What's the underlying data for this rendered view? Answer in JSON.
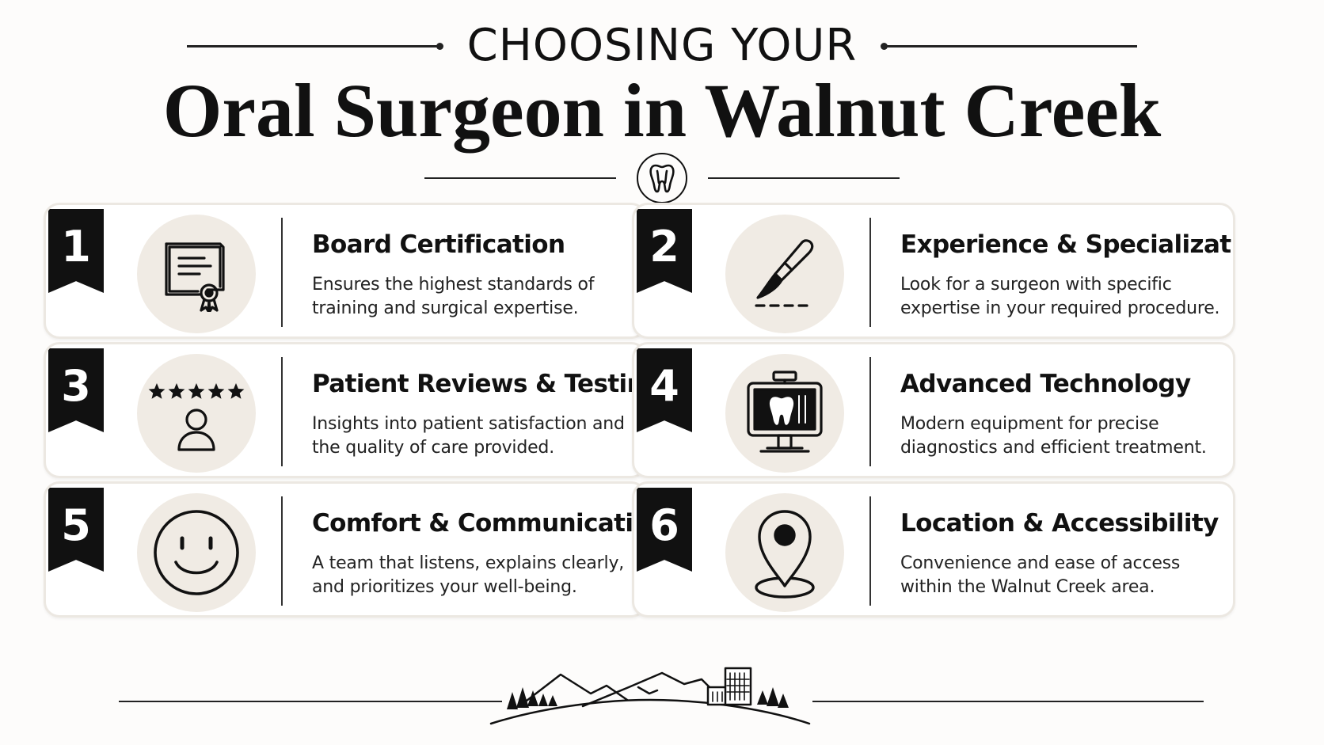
{
  "header": {
    "kicker": "CHOOSING YOUR",
    "title": "Oral Surgeon in Walnut Creek",
    "emblem_icon": "tooth-icon"
  },
  "cards": [
    {
      "number": "1",
      "icon": "certificate-icon",
      "title": "Board Certification",
      "description": "Ensures the highest standards of training and surgical expertise."
    },
    {
      "number": "2",
      "icon": "scalpel-icon",
      "title": "Experience & Specialization",
      "description": "Look for a surgeon with specific expertise in your required procedure."
    },
    {
      "number": "3",
      "icon": "reviews-icon",
      "title": "Patient Reviews & Testimonials",
      "description": "Insights into patient satisfaction and the quality of care provided."
    },
    {
      "number": "4",
      "icon": "xray-monitor-icon",
      "title": "Advanced Technology",
      "description": "Modern equipment  for precise diagnostics and efficient treatment."
    },
    {
      "number": "5",
      "icon": "smiley-icon",
      "title": "Comfort & Communication",
      "description": "A team that listens, explains clearly, and prioritizes your well-being."
    },
    {
      "number": "6",
      "icon": "location-pin-icon",
      "title": "Location & Accessibility",
      "description": "Convenience and ease of access within the Walnut Creek area."
    }
  ],
  "footer": {
    "illustration": "walnut-creek-skyline-icon"
  },
  "colors": {
    "ink": "#111111",
    "disc": "#f0ebe4",
    "card_border": "#ece8e2",
    "background": "#fdfcfb"
  }
}
